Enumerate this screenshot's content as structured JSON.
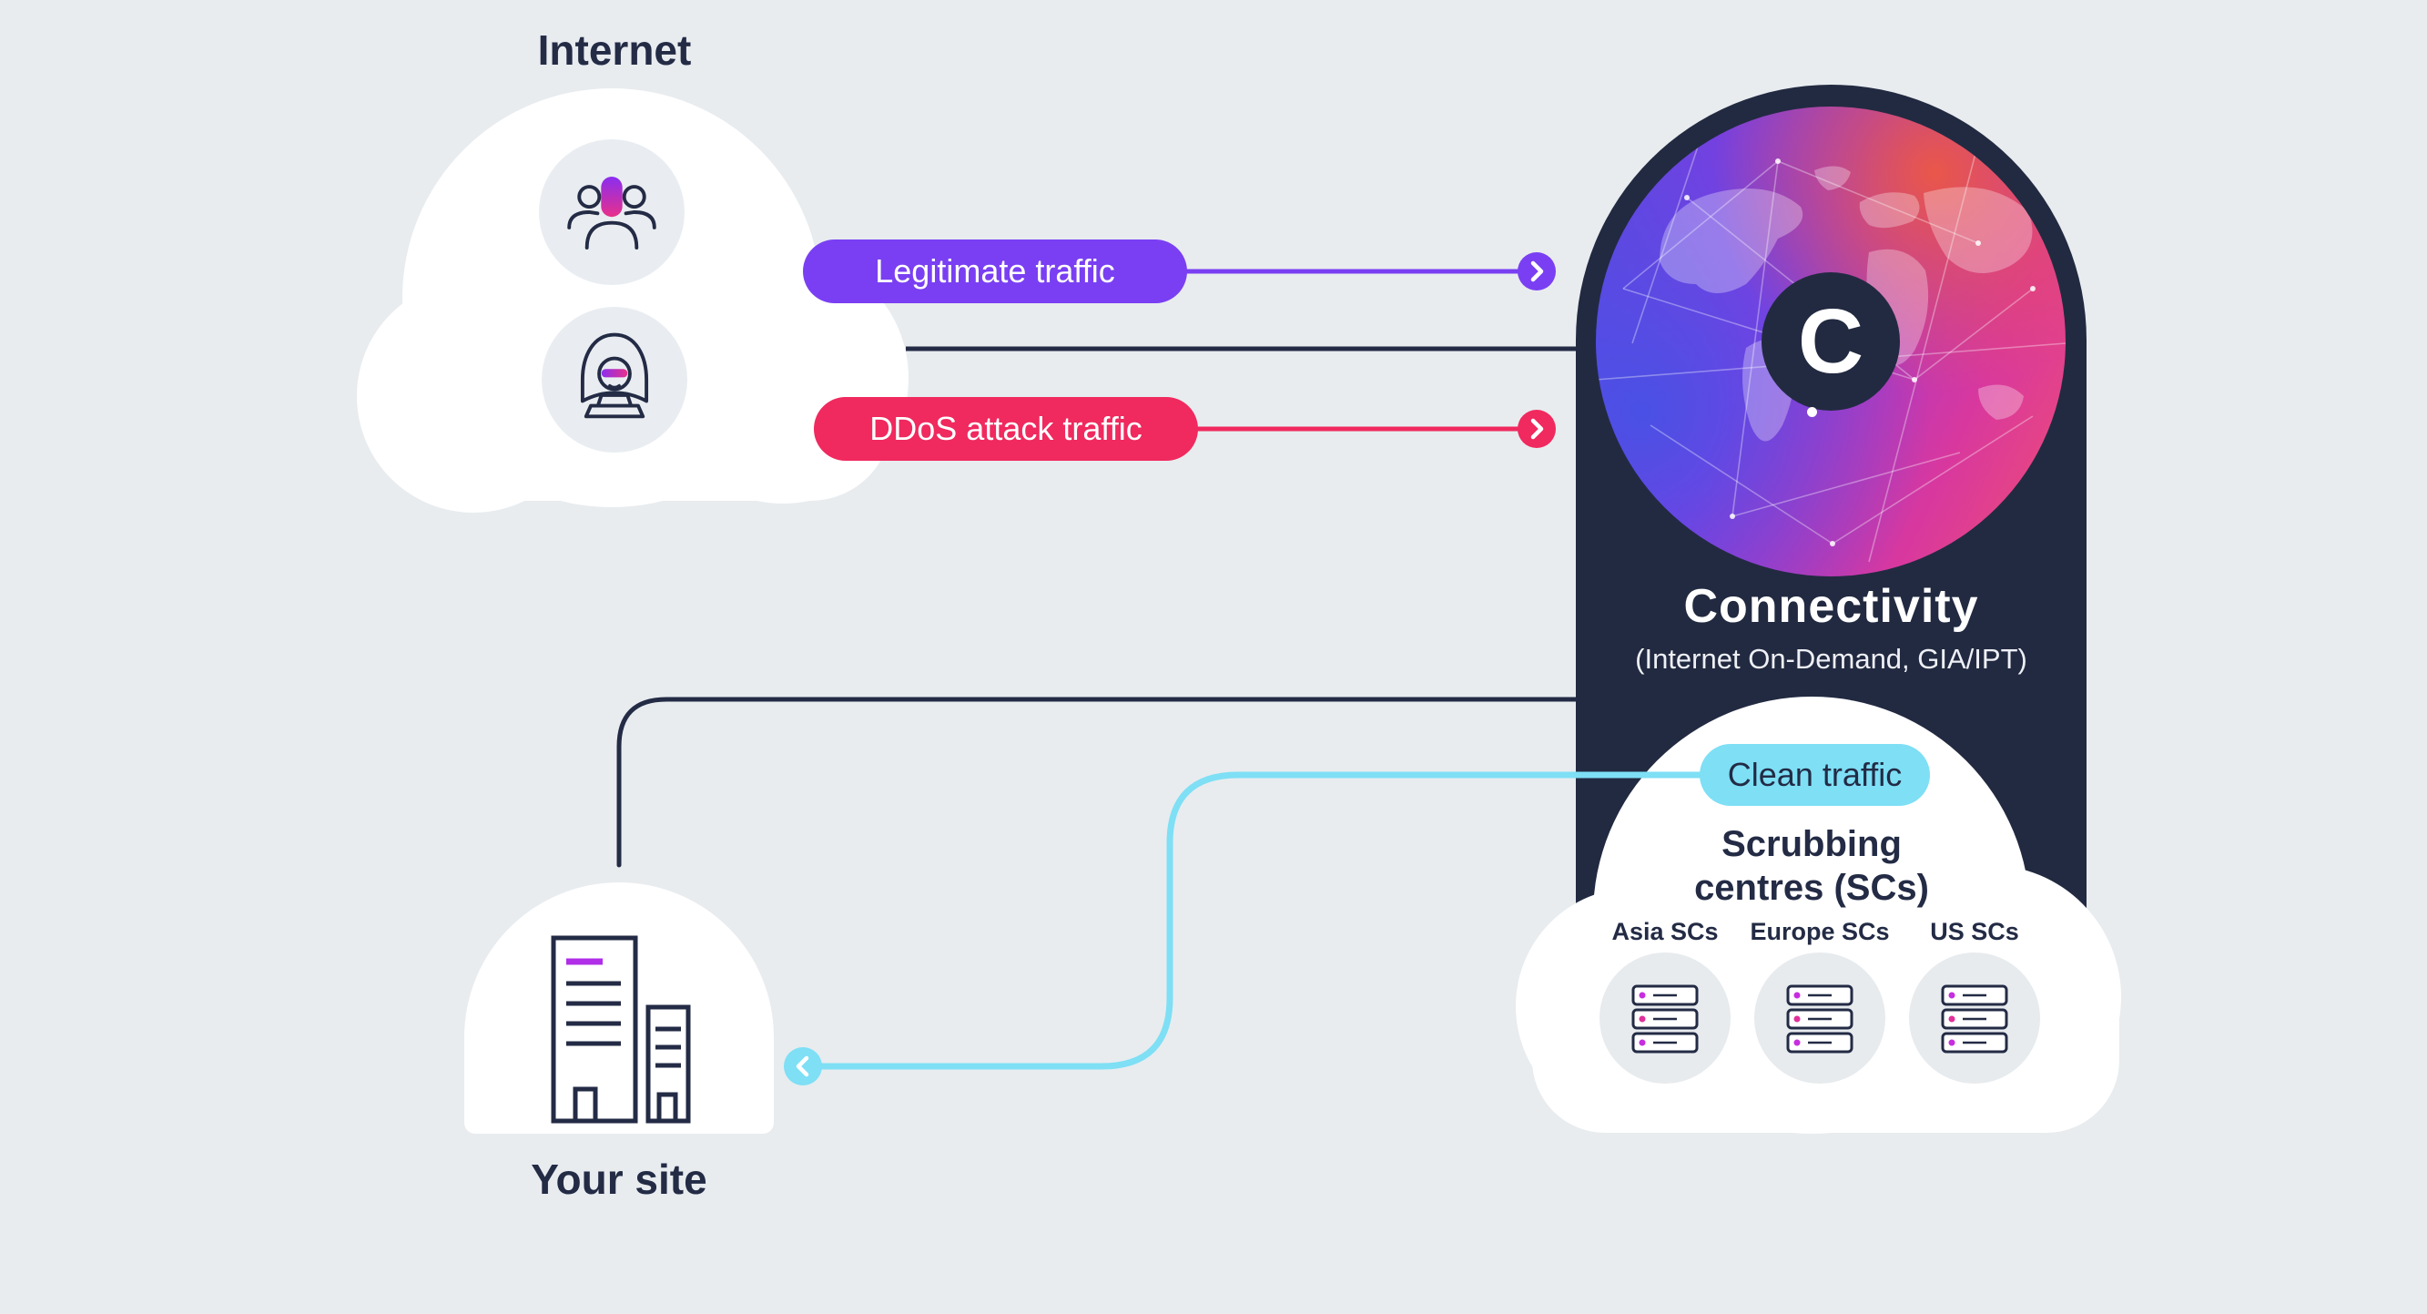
{
  "diagram": {
    "internet_label": "Internet",
    "your_site_label": "Your site",
    "pills": {
      "legitimate": "Legitimate traffic",
      "ddos": "DDoS attack traffic",
      "clean": "Clean traffic"
    },
    "connectivity": {
      "title": "Connectivity",
      "subtitle": "(Internet On-Demand, GIA/IPT)",
      "logo_letter": "C"
    },
    "scrubbing": {
      "title_line1": "Scrubbing",
      "title_line2": "centres (SCs)",
      "centres": [
        {
          "label": "Asia SCs"
        },
        {
          "label": "Europe SCs"
        },
        {
          "label": "US SCs"
        }
      ]
    },
    "colors": {
      "background": "#e8ecef",
      "dark_navy": "#222a41",
      "purple": "#7a3ff2",
      "pink": "#f0295e",
      "light_blue": "#7edff5"
    },
    "icons": {
      "users": "users-icon",
      "hacker": "hacker-icon",
      "globe": "globe-image",
      "logo": "c-logo",
      "servers": "server-icon",
      "building": "building-icon",
      "arrow_right": "chevron-right-icon",
      "arrow_left": "chevron-left-icon"
    }
  }
}
